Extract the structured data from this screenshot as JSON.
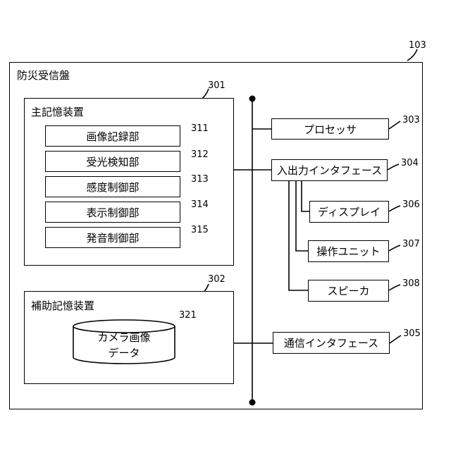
{
  "diagram": {
    "outer": {
      "ref": "103",
      "title": "防災受信盤"
    },
    "main_memory": {
      "ref": "301",
      "title": "主記憶装置",
      "units": [
        {
          "label": "画像記録部",
          "ref": "311"
        },
        {
          "label": "受光検知部",
          "ref": "312"
        },
        {
          "label": "感度制御部",
          "ref": "313"
        },
        {
          "label": "表示制御部",
          "ref": "314"
        },
        {
          "label": "発音制御部",
          "ref": "315"
        }
      ]
    },
    "aux_memory": {
      "ref": "302",
      "title": "補助記憶装置",
      "storage": {
        "ref": "321",
        "line1": "カメラ画像",
        "line2": "データ"
      }
    },
    "processor": {
      "label": "プロセッサ",
      "ref": "303"
    },
    "io_interface": {
      "label": "入出力インタフェース",
      "ref": "304"
    },
    "display": {
      "label": "ディスプレイ",
      "ref": "306"
    },
    "operation_unit": {
      "label": "操作ユニット",
      "ref": "307"
    },
    "speaker": {
      "label": "スピーカ",
      "ref": "308"
    },
    "comm_interface": {
      "label": "通信インタフェース",
      "ref": "305"
    }
  }
}
